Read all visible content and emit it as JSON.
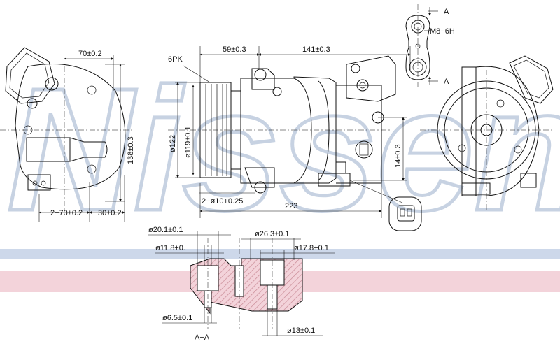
{
  "watermark": "Nissens",
  "colors": {
    "band_blue": "#cdd8ea",
    "band_pink": "#f3d3da",
    "hatch": "#c98a96",
    "line": "#111111"
  },
  "labels": {
    "belt": "6PK",
    "d_70": "70±0.2",
    "d_138": "138±0.3",
    "d_2x70": "2−70±0.2",
    "d_30": "30±0.2",
    "d_59": "59±0.3",
    "d_141": "141±0.3",
    "d_122": "ø122",
    "d_119": "ø119±0.1",
    "d_2xhole": "2−ø10+0.25",
    "d_223": "223",
    "d_14": "14±0.3",
    "thread": "M8−6H",
    "section_mark": "A",
    "section_mark_2": "A",
    "d_201": "ø20.1±0.1",
    "d_118": "ø11.8+0.",
    "d_263": "ø26.3±0.1",
    "d_178": "ø17.8+0.1",
    "d_65": "ø6.5±0.1",
    "d_13": "ø13±0.1",
    "section_name": "A−A"
  }
}
